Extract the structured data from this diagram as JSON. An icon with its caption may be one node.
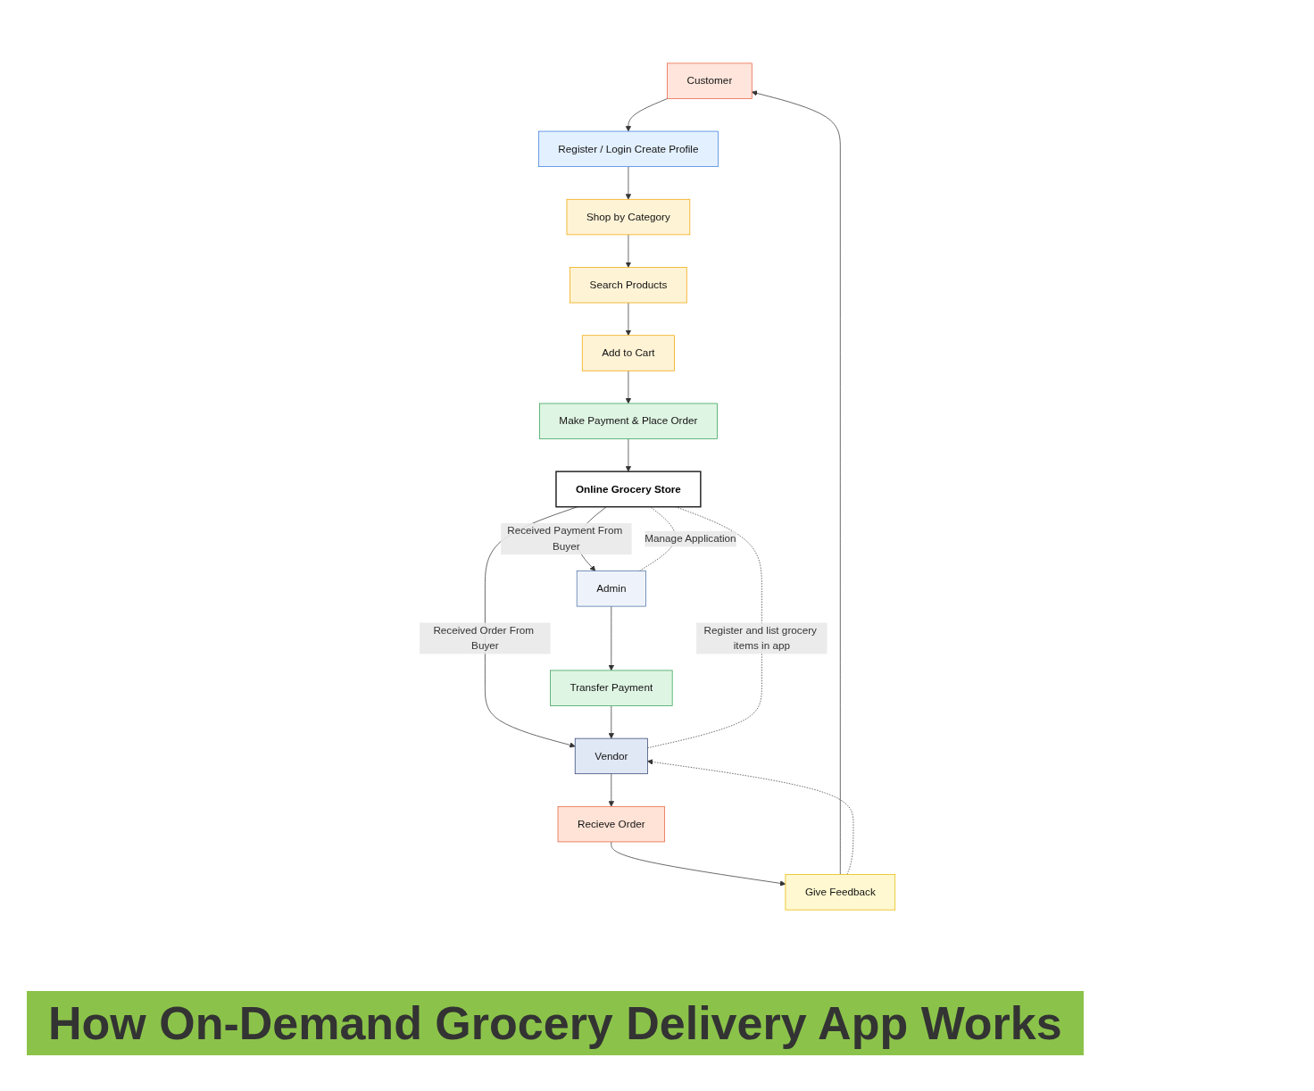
{
  "diagram": {
    "title": "How On-Demand Grocery Delivery App Works",
    "nodes": [
      {
        "text": [
          "Customer"
        ]
      },
      {
        "text": [
          "Register / Login Create Profile"
        ]
      },
      {
        "text": [
          "Shop by Category"
        ]
      },
      {
        "text": [
          "Search Products"
        ]
      },
      {
        "text": [
          "Add to Cart"
        ]
      },
      {
        "text": [
          "Make Payment & Place Order"
        ]
      },
      {
        "text": [
          "Online Grocery Store"
        ]
      },
      {
        "text": [
          "Give Feedback"
        ]
      },
      {
        "text": [
          "Recieve Order"
        ]
      },
      {
        "text": [
          "Vendor"
        ]
      },
      {
        "text": [
          "Transfer Payment"
        ]
      },
      {
        "text": [
          "Admin"
        ]
      }
    ],
    "edges": [
      {
        "from": 0,
        "to": 1,
        "arrow": "to"
      },
      {
        "from": 1,
        "to": 2,
        "arrow": "to"
      },
      {
        "from": 2,
        "to": 3,
        "arrow": "to"
      },
      {
        "from": 3,
        "to": 4,
        "arrow": "to"
      },
      {
        "from": 4,
        "to": 5,
        "arrow": "to"
      },
      {
        "from": 5,
        "to": 6,
        "arrow": "to"
      },
      {
        "from": 6,
        "to": 9,
        "arrow": "to",
        "label": "Received Order From Buyer"
      },
      {
        "from": 6,
        "to": 11,
        "arrow": "to",
        "label": "Received Payment From Buyer"
      },
      {
        "from": 9,
        "to": 6,
        "arrow": "none",
        "style": "dashed",
        "label": "Register and list grocery items in app"
      },
      {
        "from": 11,
        "to": 6,
        "arrow": "none",
        "style": "dashed",
        "label": "Manage Application"
      },
      {
        "from": 11,
        "to": 10,
        "arrow": "to"
      },
      {
        "from": 10,
        "to": 9,
        "arrow": "to"
      },
      {
        "from": 9,
        "to": 8,
        "arrow": "to"
      },
      {
        "from": 8,
        "to": 7,
        "arrow": "to"
      },
      {
        "from": 7,
        "to": 0,
        "arrow": "to"
      },
      {
        "from": 7,
        "to": 9,
        "arrow": "to",
        "style": "dashed"
      }
    ]
  }
}
